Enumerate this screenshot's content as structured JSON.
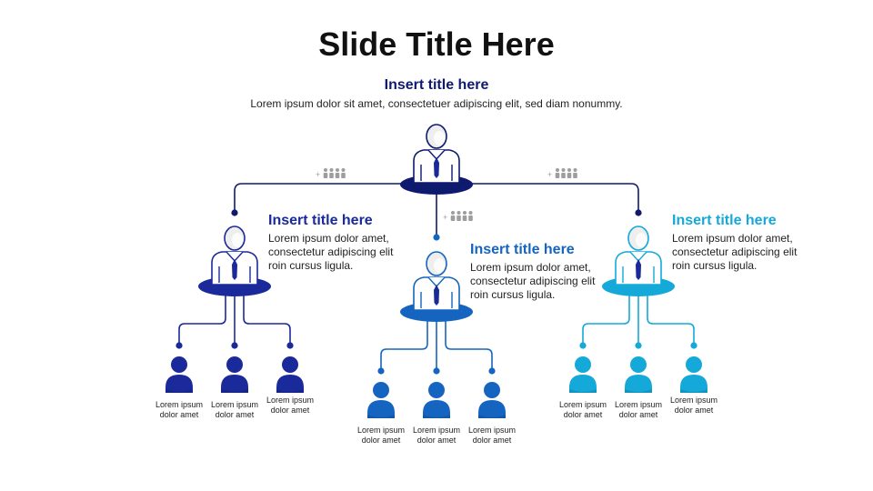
{
  "slide_title": "Slide Title Here",
  "top": {
    "title": "Insert title here",
    "body": "Lorem ipsum dolor sit amet, consectetuer adipiscing elit, sed diam nonummy."
  },
  "branches": [
    {
      "title": "Insert title here",
      "body_lines": [
        "Lorem ipsum dolor amet,",
        "consectetur adipiscing elit",
        "roin cursus ligula."
      ],
      "color": "#1a2a9a",
      "leaves": [
        [
          "Lorem ipsum",
          "dolor amet"
        ],
        [
          "Lorem ipsum",
          "dolor amet"
        ],
        [
          "Lorem ipsum",
          "dolor amet"
        ]
      ]
    },
    {
      "title": "Insert title here",
      "body_lines": [
        "Lorem ipsum dolor amet,",
        "consectetur adipiscing elit",
        "roin cursus ligula."
      ],
      "color": "#1565c0",
      "leaves": [
        [
          "Lorem ipsum",
          "dolor amet"
        ],
        [
          "Lorem ipsum",
          "dolor amet"
        ],
        [
          "Lorem ipsum",
          "dolor amet"
        ]
      ]
    },
    {
      "title": "Insert title here",
      "body_lines": [
        "Lorem ipsum dolor amet,",
        "consectetur adipiscing elit",
        "roin cursus ligula."
      ],
      "color": "#14a9d8",
      "leaves": [
        [
          "Lorem ipsum",
          "dolor amet"
        ],
        [
          "Lorem ipsum",
          "dolor amet"
        ],
        [
          "Lorem ipsum",
          "dolor amet"
        ]
      ]
    }
  ],
  "colors": {
    "root": "#0e1a6e",
    "top_title": "#0e1a6e",
    "tie": "#1a2a9a",
    "group_icon": "#9e9e9e"
  },
  "icons": [
    "businessman-icon",
    "person-icon",
    "group-icon"
  ]
}
